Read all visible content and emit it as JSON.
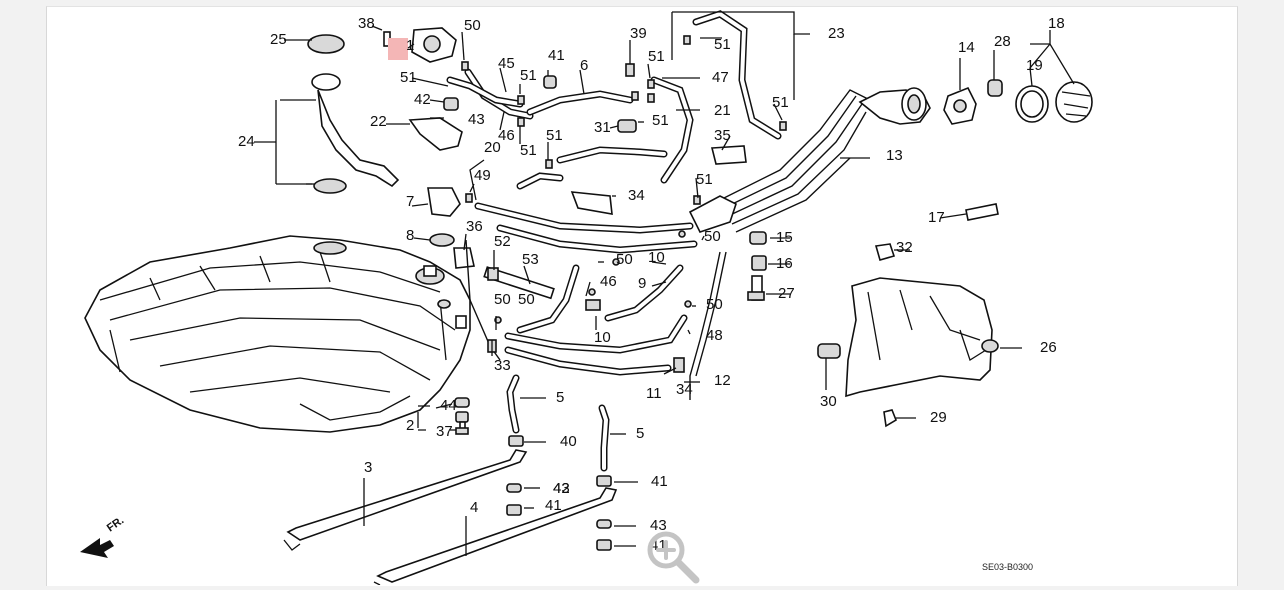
{
  "diagram": {
    "highlight_color": "#f4b6b6",
    "part_numbers": [
      "1",
      "2",
      "3",
      "4",
      "5",
      "5",
      "6",
      "7",
      "8",
      "9",
      "10",
      "10",
      "11",
      "12",
      "13",
      "14",
      "15",
      "16",
      "17",
      "18",
      "19",
      "20",
      "21",
      "22",
      "23",
      "24",
      "25",
      "26",
      "27",
      "28",
      "29",
      "30",
      "31",
      "32",
      "33",
      "34",
      "34",
      "35",
      "36",
      "37",
      "38",
      "39",
      "40",
      "41",
      "41",
      "41",
      "41",
      "42",
      "42",
      "43",
      "43",
      "43",
      "44",
      "45",
      "46",
      "46",
      "47",
      "48",
      "49",
      "50",
      "50",
      "50",
      "50",
      "50",
      "50",
      "51",
      "51",
      "51",
      "51",
      "51",
      "51",
      "51",
      "51",
      "51",
      "52",
      "53"
    ],
    "part_code": "SE03-B0300",
    "direction_label": "FR."
  },
  "zoom_control": {
    "icon": "zoom-in-icon"
  }
}
